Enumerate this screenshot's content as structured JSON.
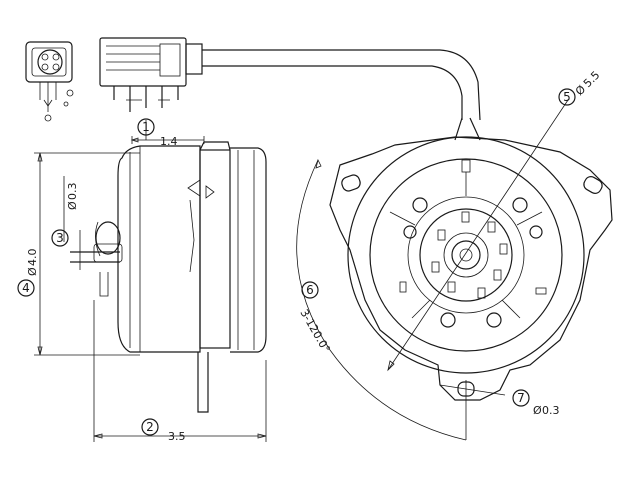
{
  "dimensions": {
    "d1": {
      "marker": "1",
      "value": "1.4"
    },
    "d2": {
      "marker": "2",
      "value": "3.5"
    },
    "d3": {
      "marker": "3",
      "value": "0.3"
    },
    "d4": {
      "marker": "4",
      "value": "4.0"
    },
    "d5": {
      "marker": "5",
      "value": "5.5"
    },
    "d6": {
      "marker": "6",
      "value": "3-120.0°"
    },
    "d7": {
      "marker": "7",
      "value": "0.3"
    }
  },
  "symbols": {
    "diameter": "Ø"
  }
}
